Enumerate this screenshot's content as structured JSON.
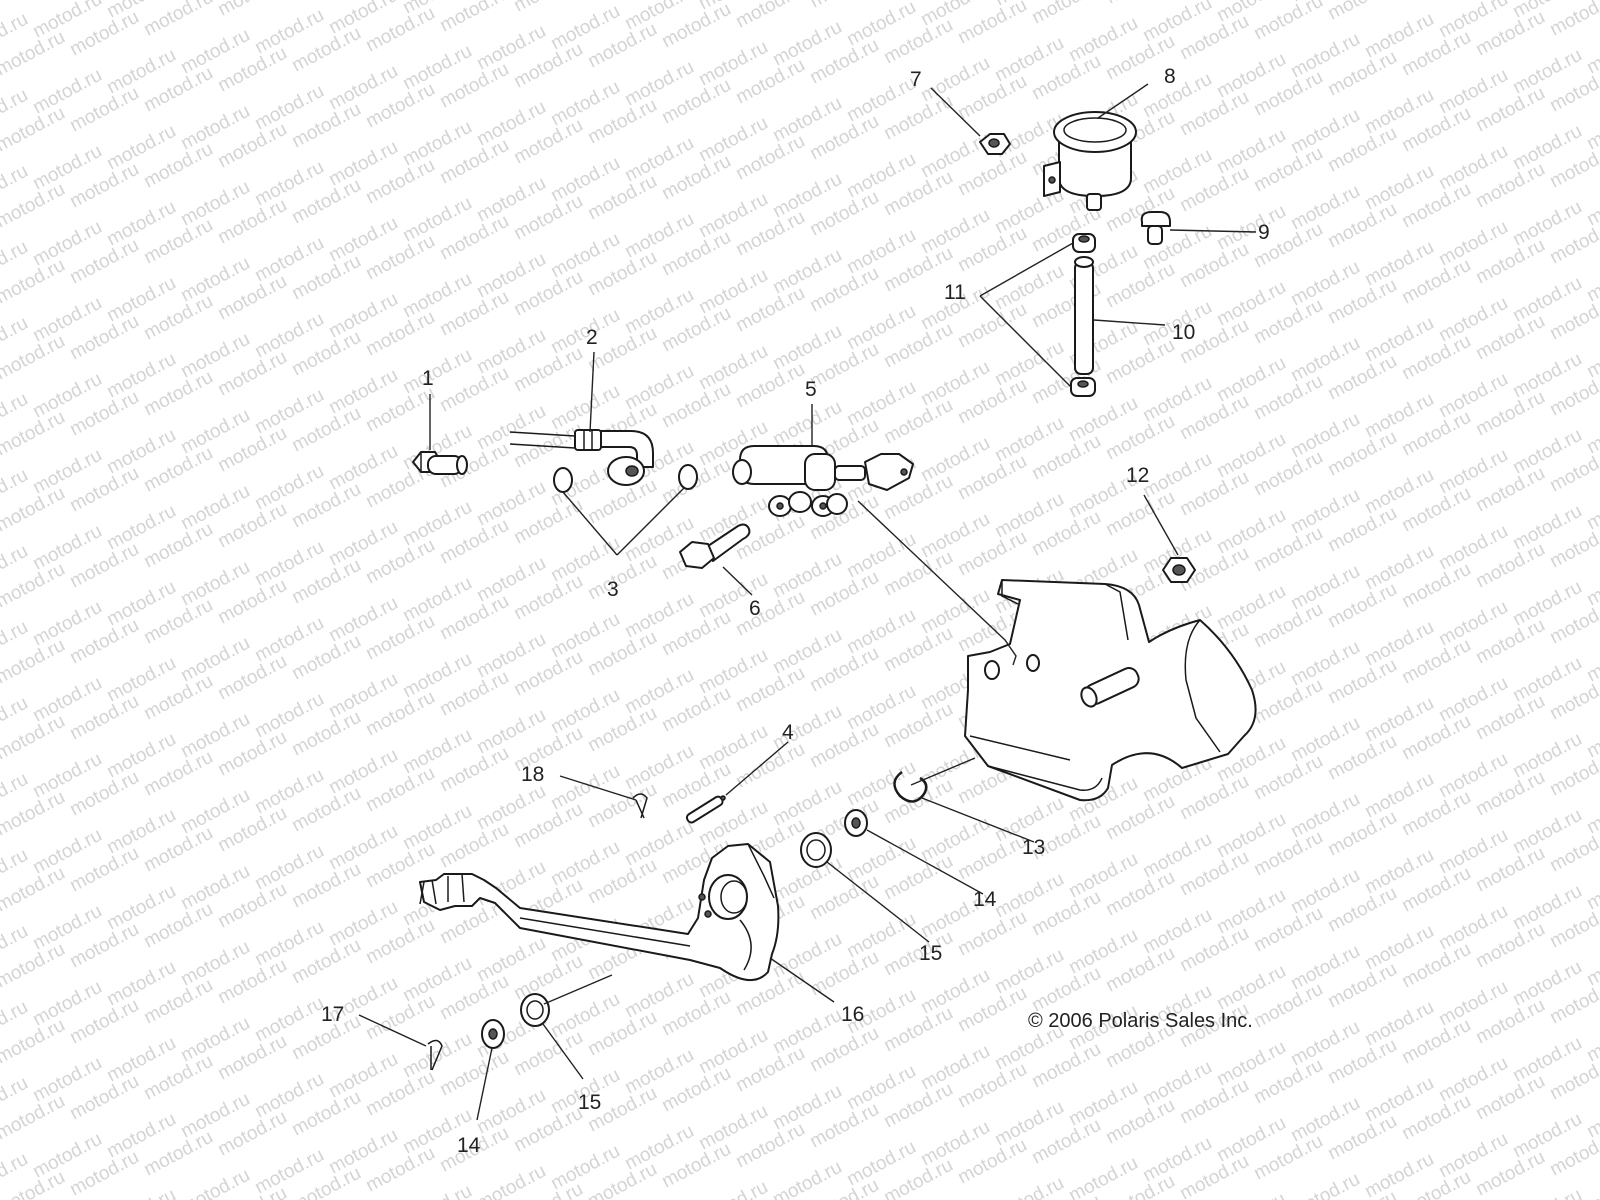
{
  "watermark": "motod.ru",
  "copyright": "© 2006 Polaris Sales Inc.",
  "callouts": {
    "c1": "1",
    "c2": "2",
    "c3": "3",
    "c4": "4",
    "c5": "5",
    "c6": "6",
    "c7": "7",
    "c8": "8",
    "c9": "9",
    "c10": "10",
    "c11": "11",
    "c12": "12",
    "c13": "13",
    "c14a": "14",
    "c14b": "14",
    "c15a": "15",
    "c15b": "15",
    "c16": "16",
    "c17": "17",
    "c18": "18"
  }
}
